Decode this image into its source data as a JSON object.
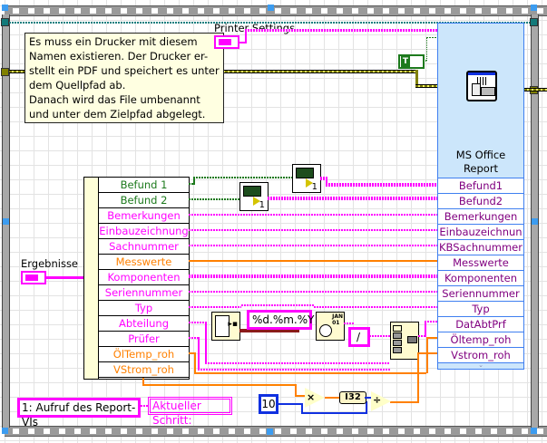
{
  "comment": {
    "lines": [
      "Es muss ein Drucker mit diesem",
      "Namen existieren. Der Drucker er-",
      "stellt ein PDF und speichert es unter",
      "dem Quellpfad ab.",
      "Danach wird das File umbenannt",
      "und unter dem Zielpfad abgelegt."
    ]
  },
  "printer_settings": {
    "label": "Printer Settings",
    "icon": "cluster-icon"
  },
  "bool_constant": {
    "label": "T",
    "icon": "boolean-true-icon"
  },
  "report_vi": {
    "title_line1": "MS Office",
    "title_line2": "Report",
    "icon": "printer-report-icon",
    "inputs": [
      "Befund1",
      "Befund2",
      "Bemerkungen",
      "Einbauzeichnun",
      "KBSachnummer",
      "Messwerte",
      "Komponenten",
      "Seriennummer",
      "Typ",
      "DatAbtPrf",
      "Öltemp_roh",
      "Vstrom_roh"
    ]
  },
  "ergebnisse": {
    "label": "Ergebnisse",
    "icon": "cluster-icon"
  },
  "unbundle": {
    "items": [
      {
        "label": "Befund 1",
        "color": "#1d7a1d"
      },
      {
        "label": "Befund 2",
        "color": "#1d7a1d"
      },
      {
        "label": "Bemerkungen",
        "color": "#ff00ff"
      },
      {
        "label": "Einbauzeichnung",
        "color": "#ff00ff"
      },
      {
        "label": "Sachnummer",
        "color": "#ff00ff"
      },
      {
        "label": "Messwerte",
        "color": "#ff8000"
      },
      {
        "label": "Komponenten",
        "color": "#ff00ff"
      },
      {
        "label": "Seriennummer",
        "color": "#ff00ff"
      },
      {
        "label": "Typ",
        "color": "#ff00ff"
      },
      {
        "label": "Abteilung",
        "color": "#ff00ff"
      },
      {
        "label": "Prüfer",
        "color": "#ff00ff"
      },
      {
        "label": "ÖlTemp_roh",
        "color": "#ff8000"
      },
      {
        "label": "VStrom_roh",
        "color": "#ff8000"
      }
    ]
  },
  "format_string": "%d.%m.%Y",
  "separator_string": "/",
  "step_string": "1: Aufruf des Report-VIs",
  "step_indicator_label": "Aktueller Schritt:",
  "numeric_constant": "10",
  "multiply_label": "×",
  "divide_label": "÷",
  "convert_label": "I32",
  "waveform_index": "1",
  "colors": {
    "string_wire": "#ff00ff",
    "numeric_wire": "#ff8000",
    "bool_wire": "#1d7a1d",
    "int_wire": "#1030e0",
    "report_bg": "#cce6fb",
    "report_border": "#3f7ff0",
    "comment_bg": "#ffffe1"
  }
}
